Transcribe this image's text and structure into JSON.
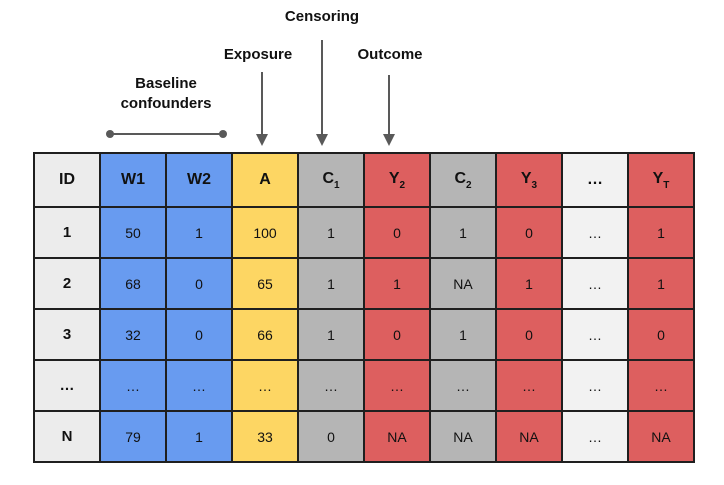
{
  "annotations": {
    "censoring": "Censoring",
    "exposure": "Exposure",
    "outcome": "Outcome",
    "baseline_line1": "Baseline",
    "baseline_line2": "confounders"
  },
  "colors": {
    "blue": "#689bf0",
    "yellow": "#fdd663",
    "gray": "#b5b5b5",
    "red": "#dd5f5f",
    "light": "#ececec",
    "lighter": "#f2f2f2",
    "border": "#1f1f1f",
    "arrow": "#595959"
  },
  "table": {
    "columns": [
      {
        "id": "id",
        "label": "ID",
        "sub": "",
        "color": "light"
      },
      {
        "id": "w1",
        "label": "W1",
        "sub": "",
        "color": "blue"
      },
      {
        "id": "w2",
        "label": "W2",
        "sub": "",
        "color": "blue"
      },
      {
        "id": "a",
        "label": "A",
        "sub": "",
        "color": "yellow"
      },
      {
        "id": "c1",
        "label": "C",
        "sub": "1",
        "color": "gray"
      },
      {
        "id": "y2",
        "label": "Y",
        "sub": "2",
        "color": "red"
      },
      {
        "id": "c2",
        "label": "C",
        "sub": "2",
        "color": "gray"
      },
      {
        "id": "y3",
        "label": "Y",
        "sub": "3",
        "color": "red"
      },
      {
        "id": "dots",
        "label": "…",
        "sub": "",
        "color": "lighter"
      },
      {
        "id": "yt",
        "label": "Y",
        "sub": "T",
        "color": "red"
      }
    ],
    "rows": [
      [
        "1",
        "50",
        "1",
        "100",
        "1",
        "0",
        "1",
        "0",
        "…",
        "1"
      ],
      [
        "2",
        "68",
        "0",
        "65",
        "1",
        "1",
        "NA",
        "1",
        "…",
        "1"
      ],
      [
        "3",
        "32",
        "0",
        "66",
        "1",
        "0",
        "1",
        "0",
        "…",
        "0"
      ],
      [
        "…",
        "…",
        "…",
        "…",
        "…",
        "…",
        "…",
        "…",
        "…",
        "…"
      ],
      [
        "N",
        "79",
        "1",
        "33",
        "0",
        "NA",
        "NA",
        "NA",
        "…",
        "NA"
      ]
    ]
  }
}
